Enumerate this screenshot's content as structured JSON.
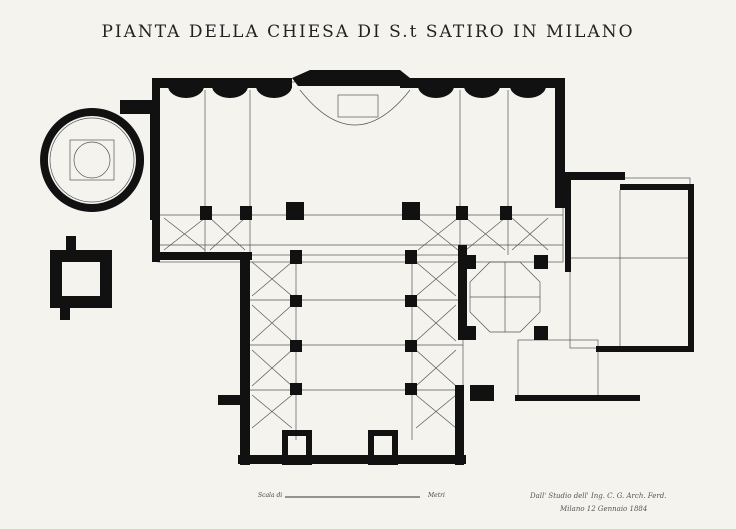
{
  "drawing": {
    "title": "PIANTA DELLA CHIESA DI S.t SATIRO IN MILANO",
    "scale_left": "Scala di",
    "scale_right": "Metri",
    "signature_line1": "Dall' Studio dell' Ing. C. G. Arch. Ferd.",
    "signature_line2": "Milano 12 Gennaio 1884",
    "ink_color": "#111111",
    "paper_color": "#f4f3ee"
  }
}
